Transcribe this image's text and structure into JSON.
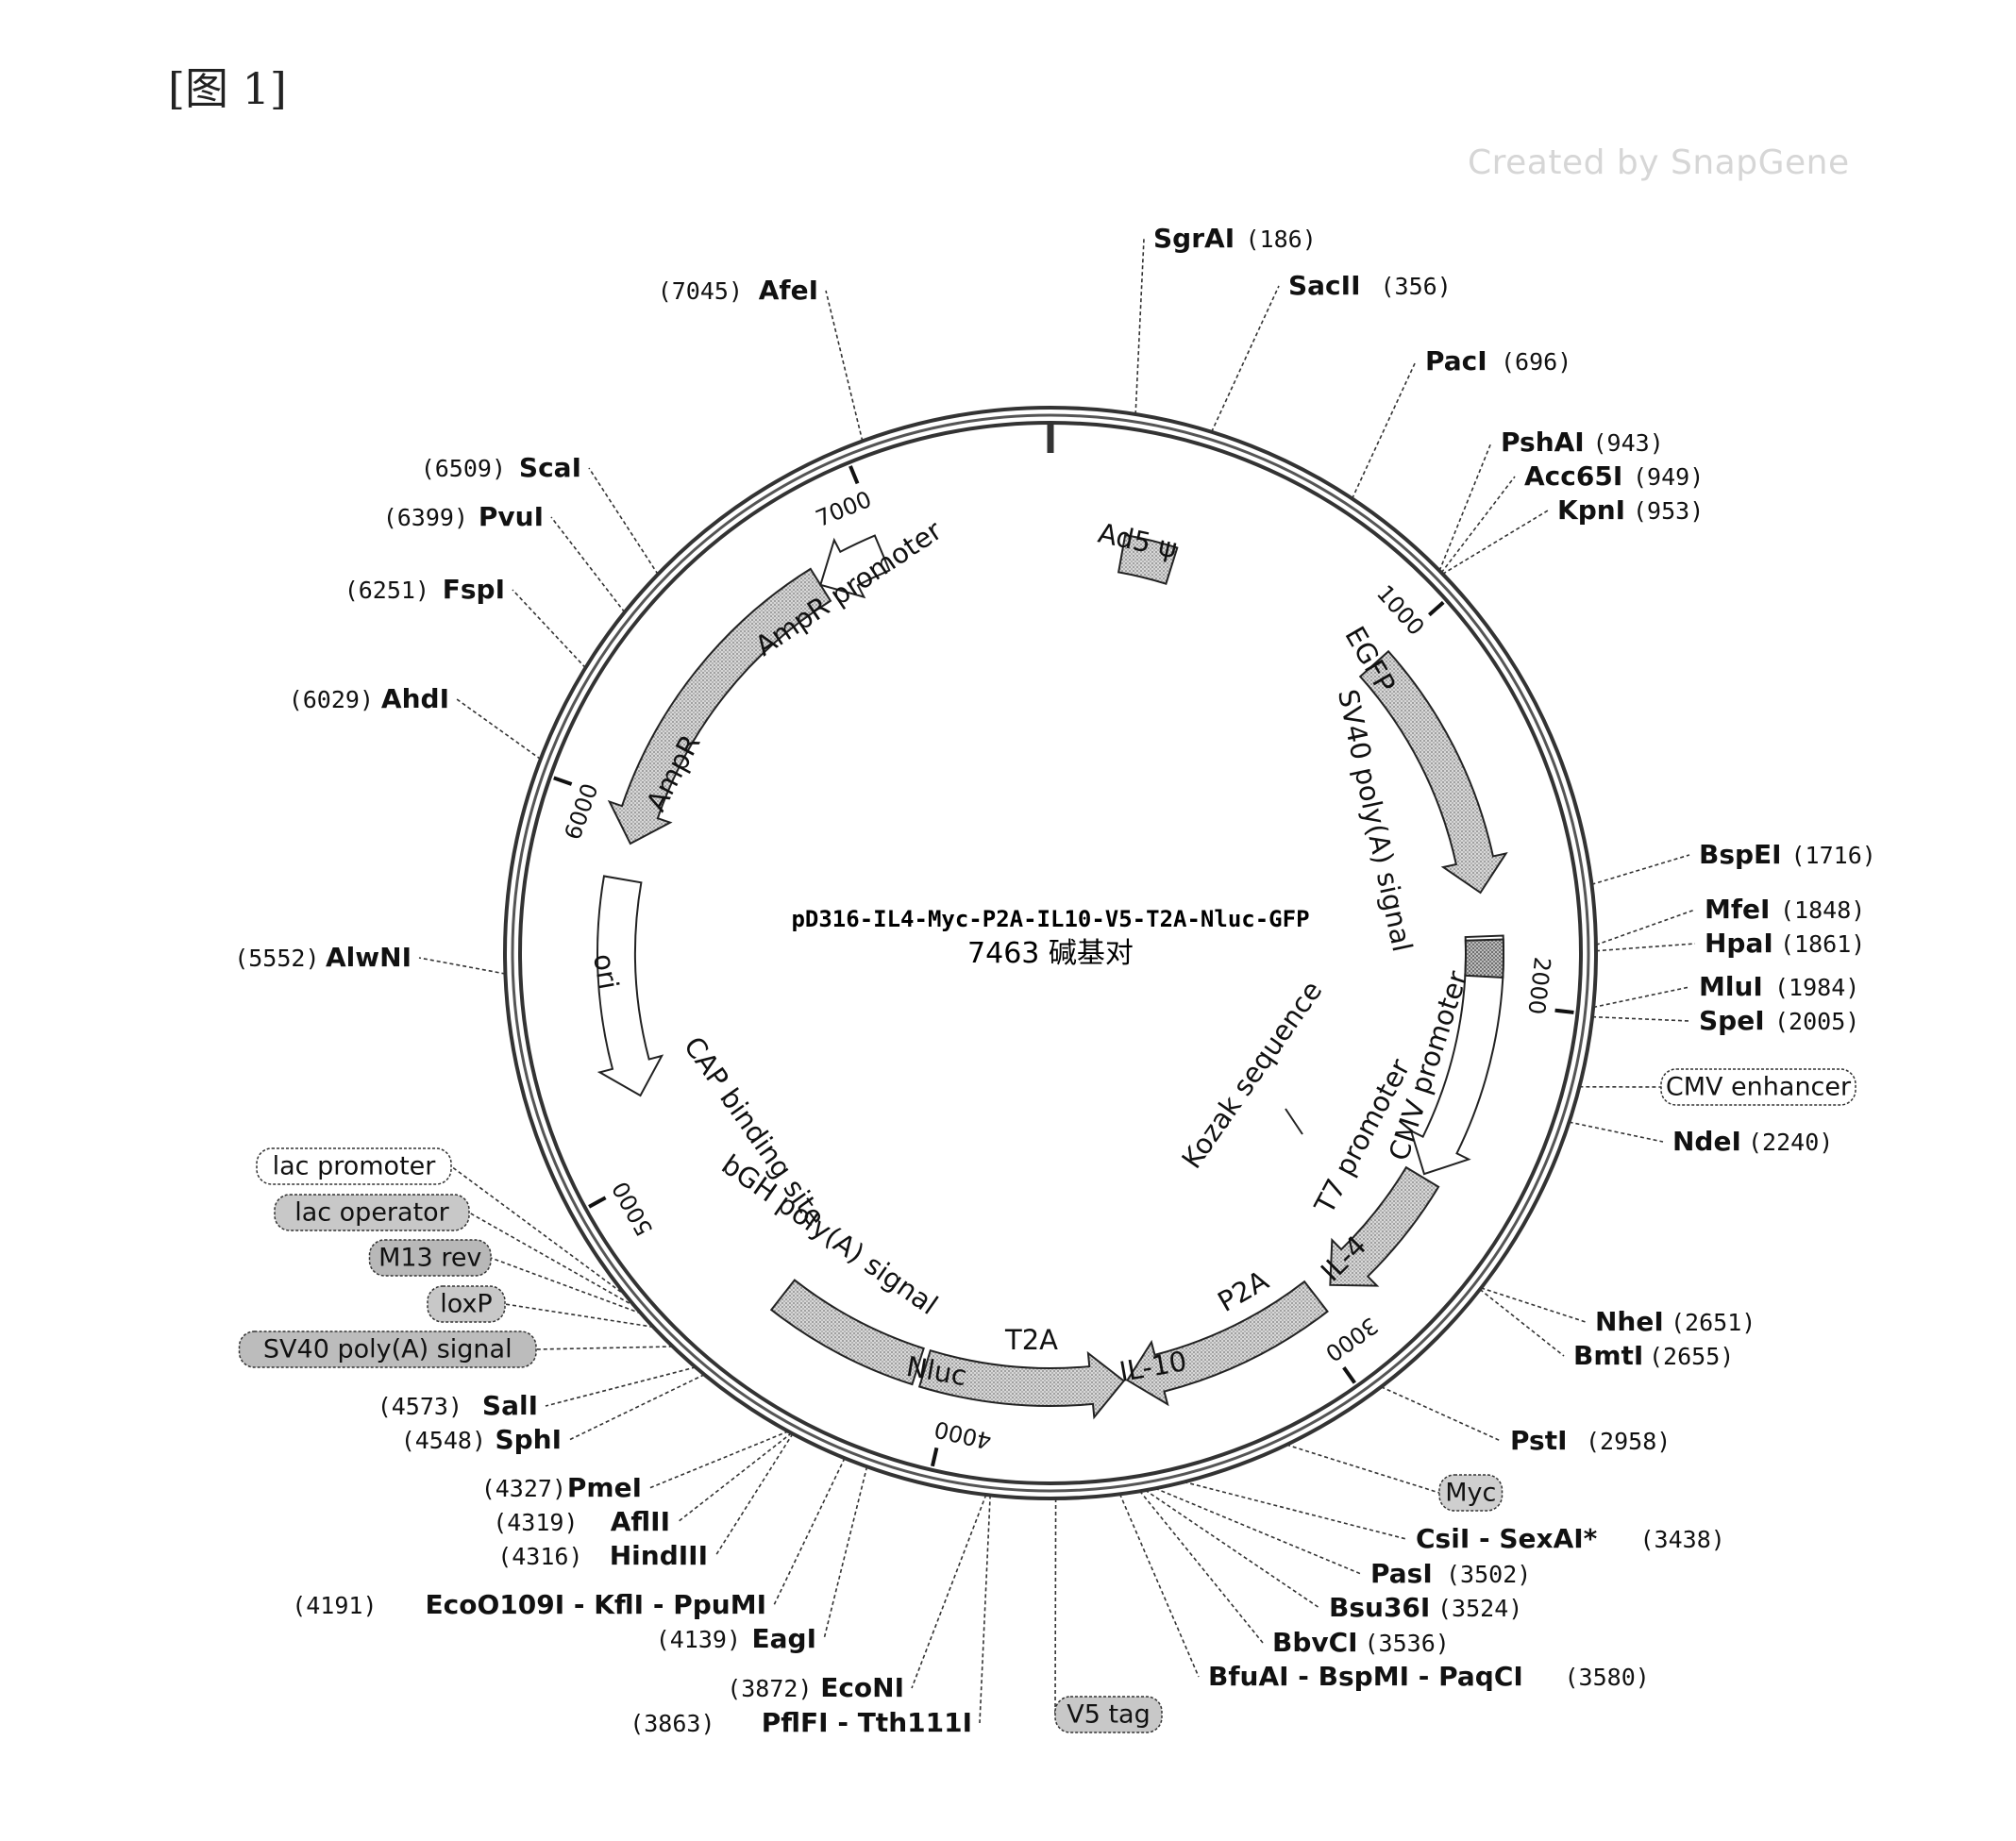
{
  "figure_label": "[图 1]",
  "watermark": "Created by SnapGene",
  "plasmid": {
    "name": "pD316-IL4-Myc-P2A-IL10-V5-T2A-Nluc-GFP",
    "length_label": "7463 碱基对",
    "length_bp": 7463
  },
  "ticks": [
    1000,
    2000,
    3000,
    4000,
    5000,
    6000,
    7000
  ],
  "sites": [
    {
      "name": "SgrAI",
      "pos": "(186)",
      "bp": 186
    },
    {
      "name": "SacII",
      "pos": "(356)",
      "bp": 356
    },
    {
      "name": "PacI",
      "pos": "(696)",
      "bp": 696
    },
    {
      "name": "PshAI",
      "pos": "(943)",
      "bp": 943
    },
    {
      "name": "Acc65I",
      "pos": "(949)",
      "bp": 949
    },
    {
      "name": "KpnI",
      "pos": "(953)",
      "bp": 953
    },
    {
      "name": "BspEI",
      "pos": "(1716)",
      "bp": 1716
    },
    {
      "name": "MfeI",
      "pos": "(1848)",
      "bp": 1848
    },
    {
      "name": "HpaI",
      "pos": "(1861)",
      "bp": 1861
    },
    {
      "name": "MluI",
      "pos": "(1984)",
      "bp": 1984
    },
    {
      "name": "SpeI",
      "pos": "(2005)",
      "bp": 2005
    },
    {
      "name": "NdeI",
      "pos": "(2240)",
      "bp": 2240
    },
    {
      "name": "NheI",
      "pos": "(2651)",
      "bp": 2651
    },
    {
      "name": "BmtI",
      "pos": "(2655)",
      "bp": 2655
    },
    {
      "name": "PstI",
      "pos": "(2958)",
      "bp": 2958
    },
    {
      "name": "CsiI - SexAI*",
      "pos": "(3438)",
      "bp": 3438
    },
    {
      "name": "PasI",
      "pos": "(3502)",
      "bp": 3502
    },
    {
      "name": "Bsu36I",
      "pos": "(3524)",
      "bp": 3524
    },
    {
      "name": "BbvCI",
      "pos": "(3536)",
      "bp": 3536
    },
    {
      "name": "BfuAI - BspMI - PaqCI",
      "pos": "(3580)",
      "bp": 3580
    },
    {
      "name": "PflFI - Tth111I",
      "pos": "(3863)",
      "bp": 3863
    },
    {
      "name": "EcoNI",
      "pos": "(3872)",
      "bp": 3872
    },
    {
      "name": "EagI",
      "pos": "(4139)",
      "bp": 4139
    },
    {
      "name": "EcoO109I - KflI - PpuMI",
      "pos": "(4191)",
      "bp": 4191
    },
    {
      "name": "HindIII",
      "pos": "(4316)",
      "bp": 4316
    },
    {
      "name": "AflII",
      "pos": "(4319)",
      "bp": 4319
    },
    {
      "name": "PmeI",
      "pos": "(4327)",
      "bp": 4327
    },
    {
      "name": "SphI",
      "pos": "(4548)",
      "bp": 4548
    },
    {
      "name": "SalI",
      "pos": "(4573)",
      "bp": 4573
    },
    {
      "name": "AlwNI",
      "pos": "(5552)",
      "bp": 5552
    },
    {
      "name": "AhdI",
      "pos": "(6029)",
      "bp": 6029
    },
    {
      "name": "FspI",
      "pos": "(6251)",
      "bp": 6251
    },
    {
      "name": "PvuI",
      "pos": "(6399)",
      "bp": 6399
    },
    {
      "name": "ScaI",
      "pos": "(6509)",
      "bp": 6509
    },
    {
      "name": "AfeI",
      "pos": "(7045)",
      "bp": 7045
    }
  ],
  "boxed_features": [
    {
      "label": "CMV enhancer",
      "bp": 2160
    },
    {
      "label": "Myc",
      "bp": 3200
    },
    {
      "label": "V5 tag",
      "bp": 3720
    },
    {
      "label": "SV40 poly(A) signal",
      "bp": 4640
    },
    {
      "label": "loxP",
      "bp": 4700
    },
    {
      "label": "M13 rev",
      "bp": 4740
    },
    {
      "label": "lac operator",
      "bp": 4760
    },
    {
      "label": "lac promoter",
      "bp": 4790
    }
  ],
  "features": [
    {
      "label": "Ad5 ψ",
      "start": 150,
      "end": 420,
      "type": "box"
    },
    {
      "label": "EGFP",
      "start": 1000,
      "end": 1700,
      "type": "arrow"
    },
    {
      "label": "SV40 poly(A) signal",
      "type": "text"
    },
    {
      "label": "CMV promoter",
      "start": 1820,
      "end": 2500,
      "type": "arrow"
    },
    {
      "label": "T7 promoter",
      "type": "text"
    },
    {
      "label": "Kozak sequence",
      "type": "text"
    },
    {
      "label": "IL-4",
      "start": 2510,
      "end": 2900,
      "type": "arrow"
    },
    {
      "label": "P2A",
      "type": "text"
    },
    {
      "label": "IL-10",
      "start": 2950,
      "end": 3520,
      "type": "arrow"
    },
    {
      "label": "T2A",
      "type": "text"
    },
    {
      "label": "Nluc",
      "start": 3530,
      "end": 4080,
      "type": "arrow"
    },
    {
      "label": "bGH poly(A) signal",
      "start": 4100,
      "end": 4520,
      "type": "box"
    },
    {
      "label": "CAP binding site",
      "type": "text"
    },
    {
      "label": "ori",
      "start": 5200,
      "end": 5800,
      "type": "arrow"
    },
    {
      "label": "AmpR",
      "start": 5900,
      "end": 6800,
      "type": "arrow"
    },
    {
      "label": "AmpR promoter",
      "start": 6800,
      "end": 6990,
      "type": "arrow"
    }
  ]
}
